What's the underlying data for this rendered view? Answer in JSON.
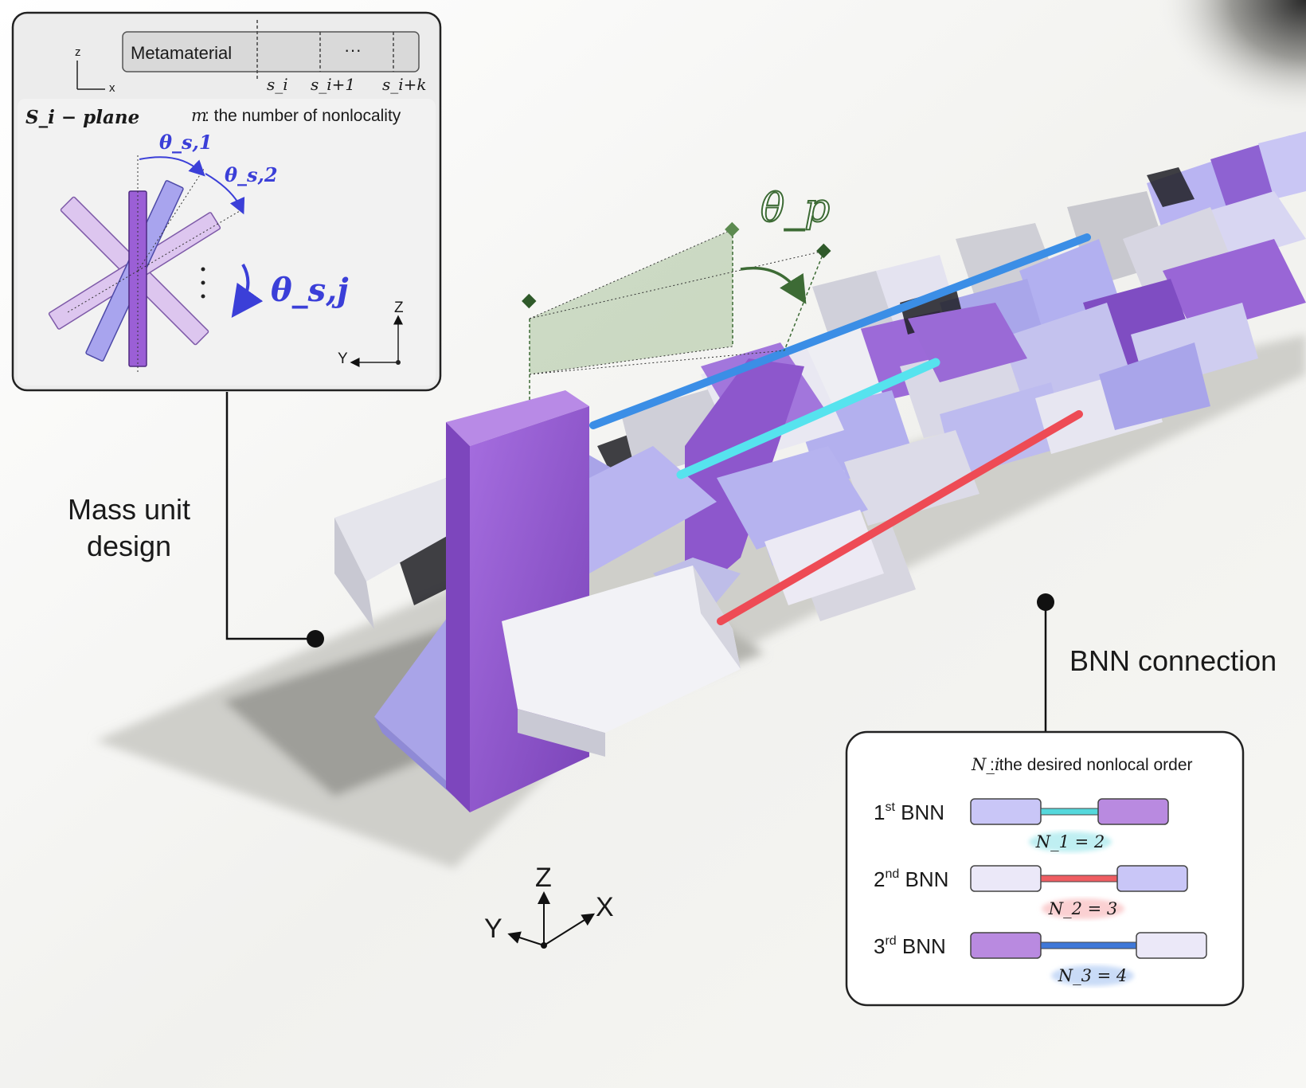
{
  "inset_top": {
    "metamaterial_label": "Metamaterial",
    "ellipsis": "···",
    "segment_labels": [
      "s_i",
      "s_i+1",
      "s_i+k"
    ],
    "axis_z": "z",
    "axis_x": "x",
    "plane_label": "S_i − plane",
    "nonlocality_m": "m",
    "nonlocality_text": " : the number of nonlocality",
    "theta_s1": "θ_s,1",
    "theta_s2": "θ_s,2",
    "theta_sj": "θ_s,j",
    "axis_Z": "Z",
    "axis_Y": "Y"
  },
  "callouts": {
    "mass_unit_line1": "Mass unit",
    "mass_unit_line2": "design",
    "bnn_connection": "BNN connection"
  },
  "theta_p": "θ_p",
  "main_axes": {
    "z": "Z",
    "x": "X",
    "y": "Y"
  },
  "inset_bnn": {
    "header_var": "N_i",
    "header_text": " : the desired nonlocal order",
    "rows": [
      {
        "ord": "1",
        "sup": "st",
        "label": " BNN",
        "eq": "N_1 = 2",
        "color": "#55d8dc",
        "glow": "#bfeff2"
      },
      {
        "ord": "2",
        "sup": "nd",
        "label": " BNN",
        "eq": "N_2 = 3",
        "color": "#ef5d62",
        "glow": "#fbd0d2"
      },
      {
        "ord": "3",
        "sup": "rd",
        "label": " BNN",
        "eq": "N_3 = 4",
        "color": "#3f78d8",
        "glow": "#c9dbf7"
      }
    ]
  },
  "colors": {
    "purple": "#9b5fd6",
    "lavender": "#b5b1f2",
    "light_lavender": "#e6e4f7",
    "blue_rod": "#3b8ee6",
    "cyan_rod": "#56e3ee",
    "red_rod": "#ee4b55",
    "angle_blue": "#3b3fd8",
    "theta_p_green": "#3d6b35"
  }
}
